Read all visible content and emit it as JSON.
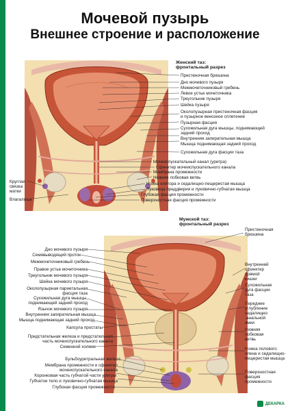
{
  "title": {
    "line1": "Мочевой пузырь",
    "line2": "Внешнее строение и расположение"
  },
  "female": {
    "heading": [
      "Женский таз:",
      "фронтальный разрез"
    ],
    "labels_right": [
      "Пристеночная брюшина",
      "Дно мочевого пузыря",
      "Межмочеточниковый гребень",
      "Левое устье мочеточника",
      "Треугольник пузыря",
      "Шейка пузыря",
      "Околопузырная пристеночная фасция",
      "и пузырное венозное сплетение",
      "Пузырная фасция",
      "Сухожильная дуга мышцы, поднимающей",
      "задний проход",
      "Внутренняя запирательная мышца",
      "Мышца поднимающая задний проход",
      "Сухожильная дуга фасции таза",
      "Мочеиспускательный канал  (уретра)",
      "Сфинктер мочеиспускательного канала",
      "Мембрана промежности",
      "Нижняя лобковая ветвь",
      "Ножка клитора и седалищно-пещеристая мышца",
      "Луковица преддверия и луковично-губчатая мышца",
      "Глубокая фасция промежности",
      "Поверхностная фасция промежности"
    ],
    "labels_left": [
      "Круглая",
      "связка",
      "матки",
      "Влагалище"
    ]
  },
  "male": {
    "heading": [
      "Мужской таз:",
      "фронтальный разрез"
    ],
    "labels_left": [
      "Дно мочевого пузыря",
      "Семявыводящий проток",
      "Межмочеточниковый гребень",
      "Правое устье мочеточника",
      "Треугольник мочевого пузыря",
      "Шейка мочевого пузыря",
      "Околопузырная париетальная",
      "фасция таза",
      "Сухожильная дуга мышцы,",
      "поднимающей задний проход",
      "Язычок мочевого пузыря",
      "Внутренняя запирательная мышца",
      "Мышца поднимающая задний проход",
      "Капсула простаты",
      "Предстательная железа и предстательная",
      "часть мочеиспускательного канала",
      "Семенной холмик",
      "Бульбоуретральная железа",
      "Мембрана промежности и сфинктер",
      "мочеиспускательного канала",
      "Коронковая часть губчатой части уретры",
      "Губчатое тело и луковично-губчатая мышца",
      "Глубокая фасция промежности"
    ],
    "labels_right": [
      "Пристеночная",
      "брюшина",
      "Внутренний",
      "сфинктер",
      "прямой",
      "кишки",
      "Сухожильная",
      "дуга фасции",
      "таза",
      "Переднее",
      "углубление",
      "седалищно",
      "-анальной",
      "ямки",
      "Нижняя",
      "лобковая",
      "ветвь",
      "Ножка полового",
      "члена и седалищно-",
      "пещеристая мышца",
      "Поверхностная",
      "фасция",
      "промежности"
    ]
  },
  "logo": "ДЕКАРКА",
  "colors": {
    "brand_green": "#0a8a4a",
    "bladder_wall": "#c9563a",
    "bladder_lumen": "#e3886a",
    "muscle": "#b84a3a",
    "fat": "#f1d9a0",
    "fascia": "#e8b4a6",
    "bone": "#e9e0c8"
  }
}
